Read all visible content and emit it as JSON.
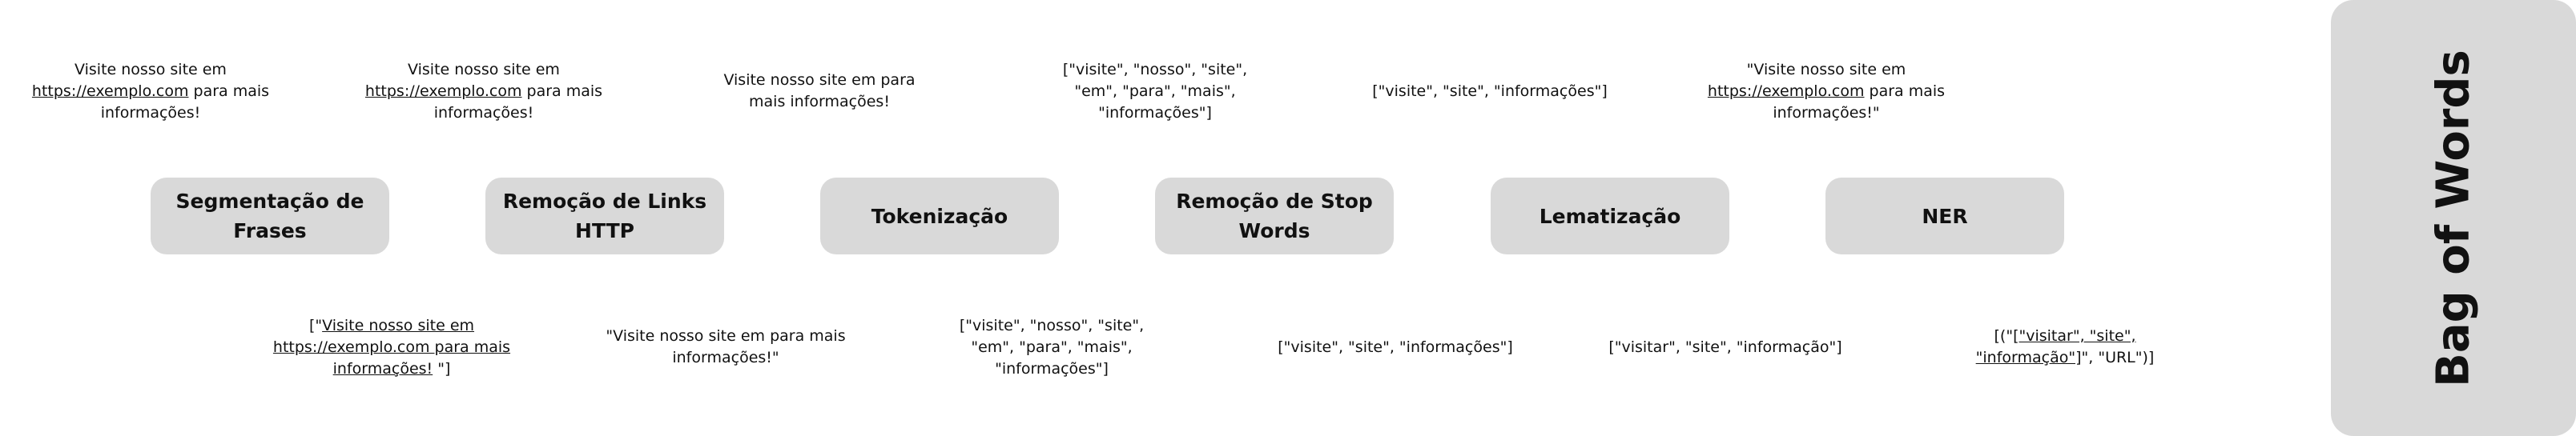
{
  "steps": [
    {
      "label": "Segmentação de Frases"
    },
    {
      "label": "Remoção de Links HTTP"
    },
    {
      "label": "Tokenização"
    },
    {
      "label": "Remoção de Stop Words"
    },
    {
      "label": "Lematização"
    },
    {
      "label": "NER"
    }
  ],
  "top_annotations": [
    {
      "line1": "Visite nosso site em",
      "link": "https://exemplo.com",
      "rest": "para mais informações!"
    },
    {
      "line1": "Visite nosso site em",
      "link": "https://exemplo.com",
      "rest": "para mais informações!"
    },
    {
      "text": "Visite nosso site em para mais informações!"
    },
    {
      "text": "[\"visite\", \"nosso\", \"site\", \"em\", \"para\", \"mais\", \"informações\"]"
    },
    {
      "text": "[\"visite\", \"site\", \"informações\"]"
    },
    {
      "prefix": "\"Visite nosso site em",
      "link": "https://exemplo.com",
      "rest": "para mais informações!\""
    }
  ],
  "bottom_annotations": [
    {
      "pre": "[\"",
      "linked": "Visite nosso site em https://exemplo.com para mais informações!",
      "post": " \"]"
    },
    {
      "text": "\"Visite nosso site em para mais informações!\""
    },
    {
      "text": "[\"visite\", \"nosso\", \"site\", \"em\", \"para\", \"mais\", \"informações\"]"
    },
    {
      "text": "[\"visite\", \"site\", \"informações\"]"
    },
    {
      "text": "[\"visitar\", \"site\", \"informação\"]"
    },
    {
      "pre": "[(\"",
      "linked": "[\"visitar\", \"site\", \"informação\"]",
      "post": "\", \"URL\")]"
    }
  ],
  "side_panel": {
    "label": "Bag of Words"
  }
}
